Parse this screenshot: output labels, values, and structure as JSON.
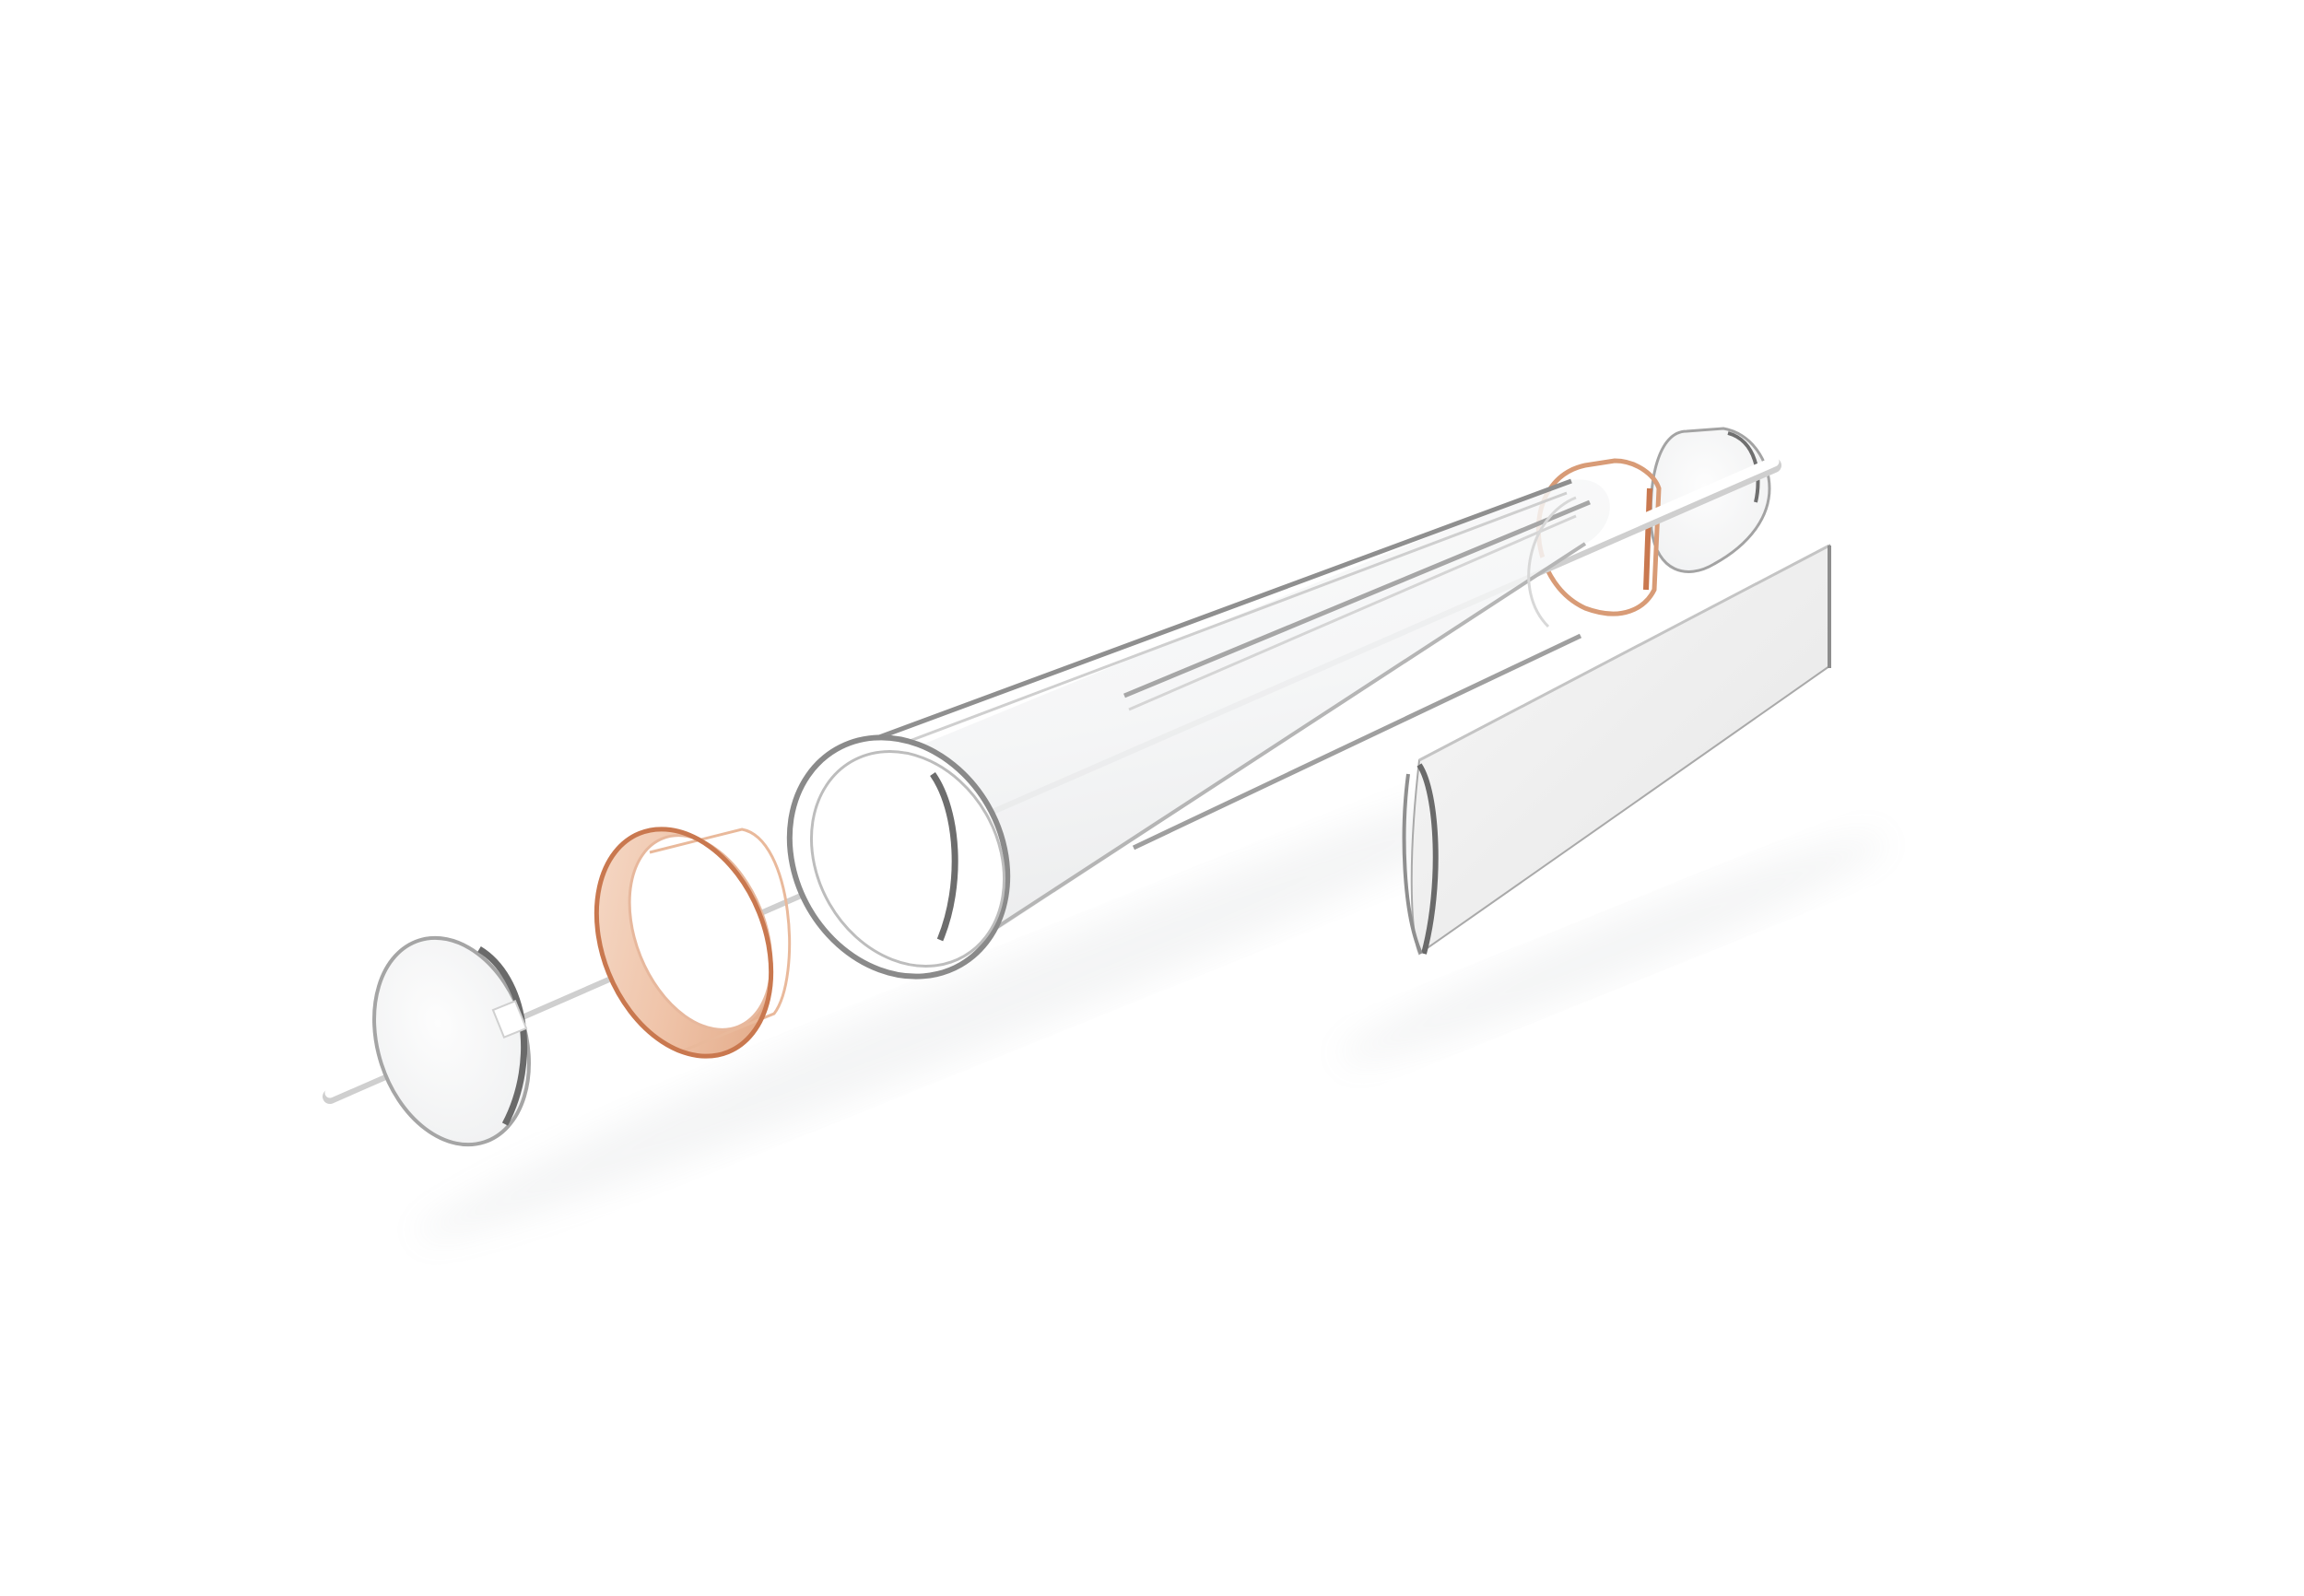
{
  "figure": {
    "type": "exploded-view-3d-render",
    "background": "#ffffff",
    "components": [
      {
        "name": "end-disc-front",
        "material": "glass"
      },
      {
        "name": "copper-ring-front",
        "material": "copper"
      },
      {
        "name": "central-rod",
        "material": "white"
      },
      {
        "name": "glass-tube",
        "material": "glass"
      },
      {
        "name": "copper-ring-back",
        "material": "copper"
      },
      {
        "name": "end-disc-back",
        "material": "glass"
      },
      {
        "name": "curved-glass-panel",
        "material": "frosted-glass"
      }
    ],
    "colors": {
      "glass_edge": "#9a9a9a",
      "glass_edge_dark": "#6f6f6f",
      "glass_fill": "#f6f7f8",
      "copper_light": "#f4d2bd",
      "copper_mid": "#e8b394",
      "copper_edge": "#c9784f",
      "rod": "#ffffff",
      "rod_shade": "#dcdcdc",
      "frosted": "#eceded"
    }
  }
}
